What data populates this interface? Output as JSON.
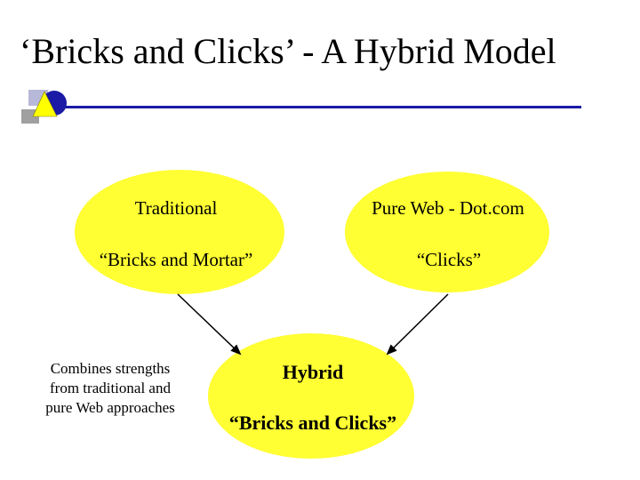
{
  "slide": {
    "title": "‘Bricks and Clicks’ - A Hybrid Model"
  },
  "diagram": {
    "traditional": {
      "line1": "Traditional",
      "line2": "“Bricks and Mortar”"
    },
    "pure_web": {
      "line1": "Pure Web - Dot.com",
      "line2": "“Clicks”"
    },
    "hybrid": {
      "line1": "Hybrid",
      "line2": "“Bricks and Clicks”"
    },
    "note": {
      "line1": "Combines strengths",
      "line2": "from traditional and",
      "line3": "pure Web approaches"
    }
  },
  "colors": {
    "ellipse_fill": "#ffff33",
    "rule": "#1a1aa6",
    "logo_blue": "#1a1aa6",
    "logo_yellow": "#ffff00",
    "logo_gray": "#a0a0a0"
  }
}
